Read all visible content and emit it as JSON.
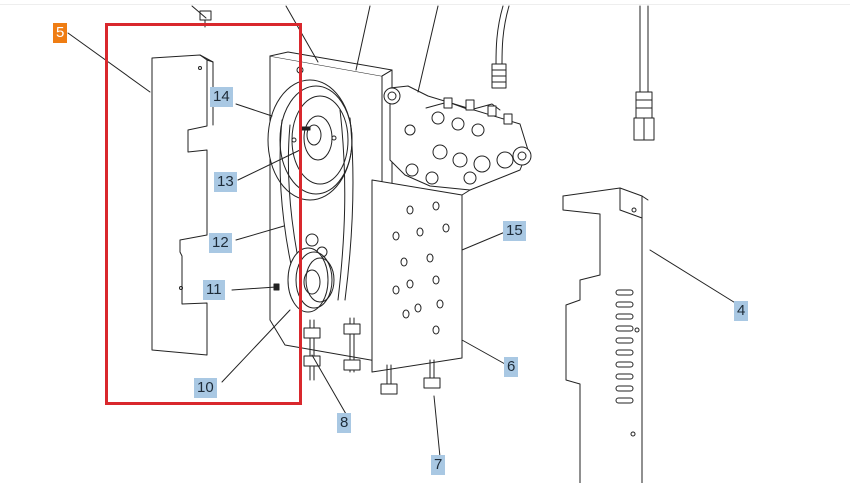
{
  "diagram": {
    "selected_callout": "5",
    "callouts": [
      {
        "id": "c5",
        "text": "5",
        "selected": true
      },
      {
        "id": "c14",
        "text": "14"
      },
      {
        "id": "c13",
        "text": "13"
      },
      {
        "id": "c12",
        "text": "12"
      },
      {
        "id": "c11",
        "text": "11"
      },
      {
        "id": "c10",
        "text": "10"
      },
      {
        "id": "c8",
        "text": "8"
      },
      {
        "id": "c7",
        "text": "7"
      },
      {
        "id": "c6",
        "text": "6"
      },
      {
        "id": "c15",
        "text": "15"
      },
      {
        "id": "c4",
        "text": "4"
      }
    ],
    "colors": {
      "callout_bg": "#a9c8e3",
      "selected_bg": "#ef7d13",
      "selection_box": "#d9282d",
      "line": "#222222"
    }
  }
}
